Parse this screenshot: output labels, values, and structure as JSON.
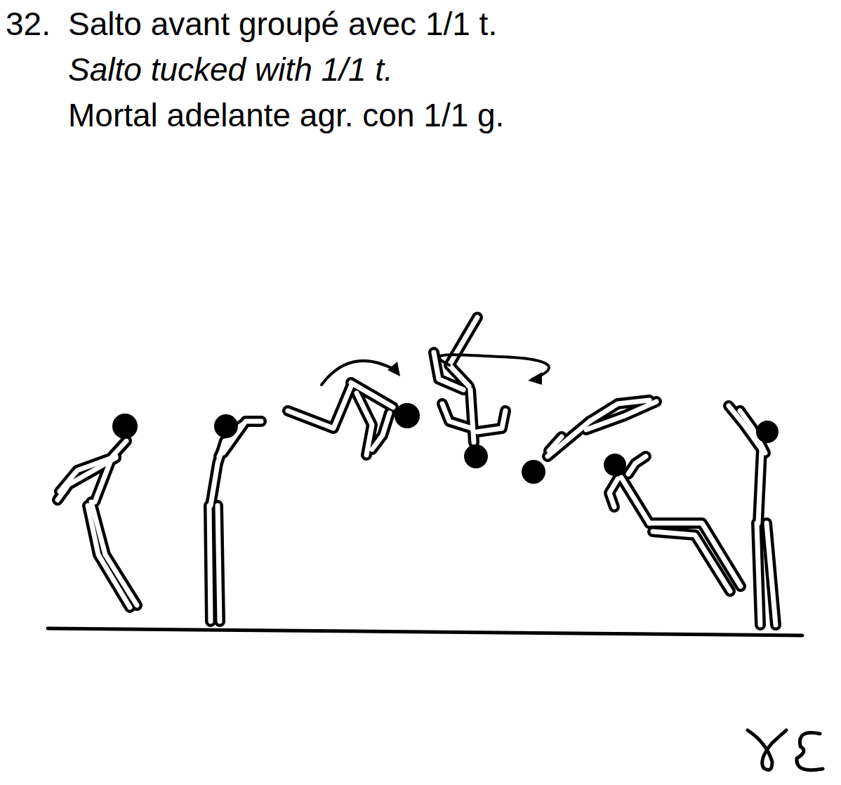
{
  "diagram": {
    "labels": [
      "32.",
      "Salto avant groupé avec 1/1 t.",
      "Salto tucked with 1/1 t.",
      "Mortal adelante agr. con 1/1 g."
    ]
  }
}
